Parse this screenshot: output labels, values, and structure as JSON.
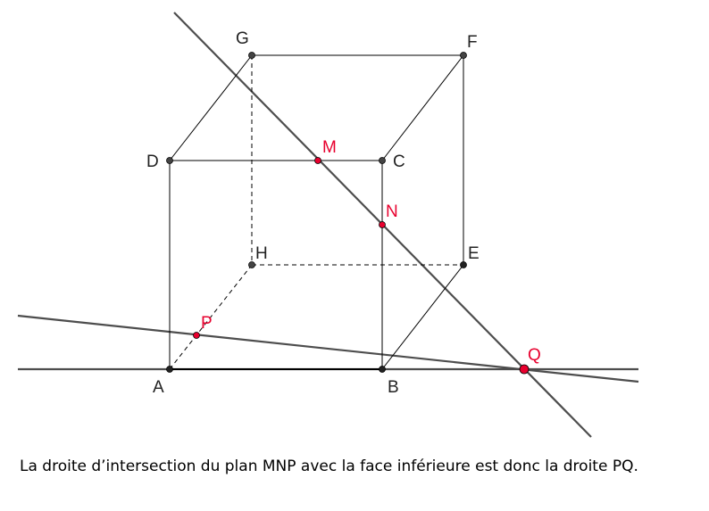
{
  "points": {
    "A": {
      "label": "A"
    },
    "B": {
      "label": "B"
    },
    "C": {
      "label": "C"
    },
    "D": {
      "label": "D"
    },
    "E": {
      "label": "E"
    },
    "F": {
      "label": "F"
    },
    "G": {
      "label": "G"
    },
    "H": {
      "label": "H"
    },
    "M": {
      "label": "M"
    },
    "N": {
      "label": "N"
    },
    "P": {
      "label": "P"
    },
    "Q": {
      "label": "Q"
    }
  },
  "colors": {
    "highlight": "#e8002e",
    "line": "#4d4d4d",
    "edge": "#000000"
  },
  "caption": "La droite d’intersection du plan MNP avec la face inférieure est donc la droite PQ."
}
